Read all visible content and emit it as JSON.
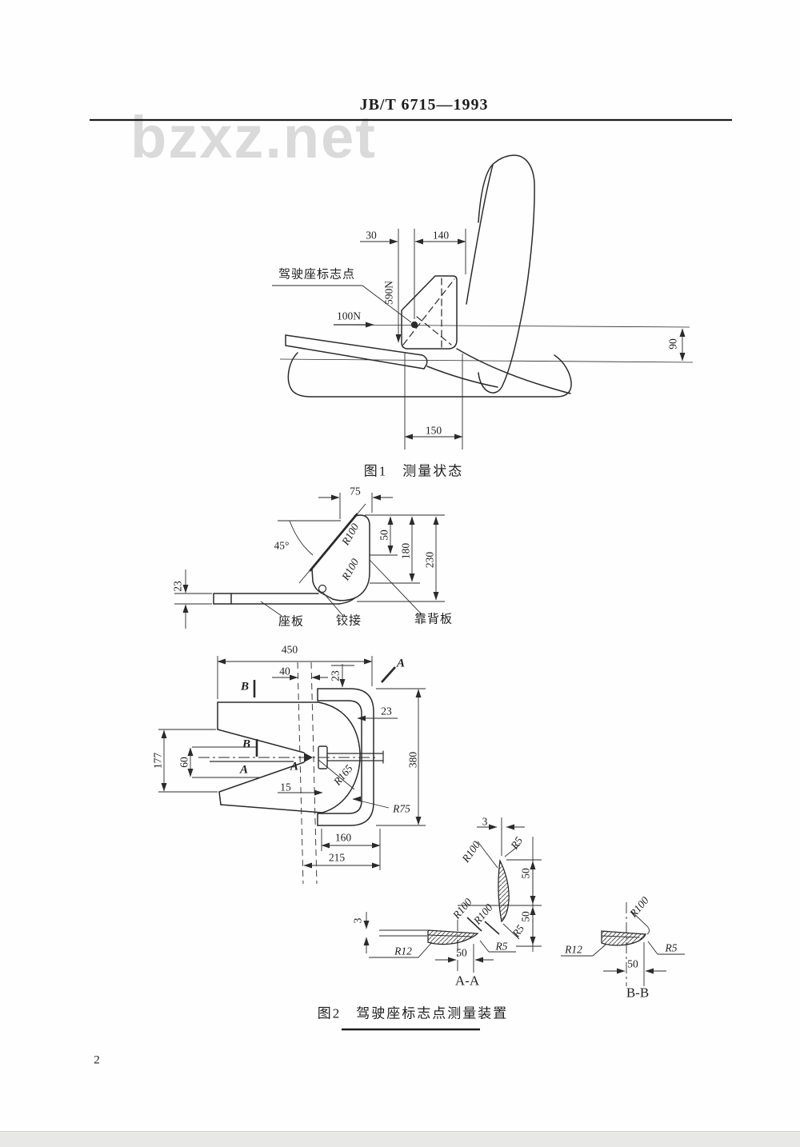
{
  "page": {
    "header_title": "JB/T 6715—1993",
    "watermark": "bzxz.net",
    "page_number": "2"
  },
  "figure1": {
    "caption": "图1　测量状态",
    "labels": {
      "dim_30": "30",
      "dim_140": "140",
      "force_590n": "590N",
      "force_100n": "100N",
      "dim_90": "90",
      "dim_150": "150",
      "mark_point_callout": "驾驶座标志点"
    }
  },
  "figure2": {
    "caption": "图2　驾驶座标志点测量装置",
    "side_view": {
      "dim_75": "75",
      "angle_45": "45°",
      "r100_top": "R100",
      "r100_bottom": "R100",
      "dim_50": "50",
      "dim_180": "180",
      "dim_230": "230",
      "dim_23": "23",
      "label_seat_board": "座板",
      "label_hinge": "铰接",
      "label_backrest_board": "靠背板"
    },
    "plan_view": {
      "dim_450": "450",
      "dim_40": "40",
      "dim_23_top": "23",
      "dim_23_right": "23",
      "dim_177": "177",
      "dim_60": "60",
      "dim_15": "15",
      "dim_380": "380",
      "dim_160": "160",
      "dim_215": "215",
      "r165": "R165",
      "r75": "R75",
      "section_a": "A",
      "section_b": "B"
    },
    "section_aa": {
      "title": "A-A",
      "dim_3_top": "3",
      "dim_3_left": "3",
      "dim_50_upper": "50",
      "dim_50_lower": "50",
      "dim_50_bottom": "50",
      "r100_top": "R100",
      "r100_mid_left": "R100",
      "r100_mid_right": "R100",
      "r5_top": "R5",
      "r5_bottom": "R5",
      "r5_tip": "R5",
      "r12": "R12"
    },
    "section_bb": {
      "title": "B-B",
      "r100": "R100",
      "r12": "R12",
      "r5": "R5",
      "dim_50": "50"
    }
  }
}
